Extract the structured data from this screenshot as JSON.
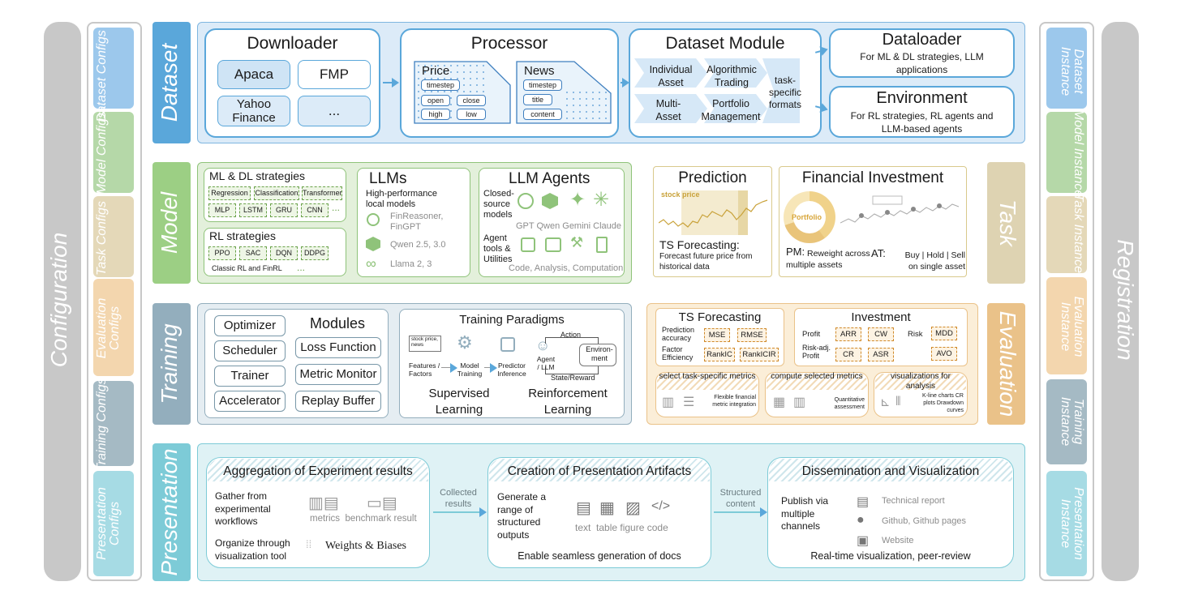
{
  "config": {
    "title": "Configuration",
    "items": [
      "Dataset Configs",
      "Model Configs",
      "Task Configs",
      "Evaluation Configs",
      "Training Configs",
      "Presentation Configs"
    ]
  },
  "registration": {
    "title": "Registration",
    "items": [
      "Dataset Instance",
      "Model Instance",
      "Task Instance",
      "Evaluation Instance",
      "Training Instance",
      "Presentation Instance"
    ]
  },
  "rows": {
    "dataset": "Dataset",
    "model": "Model",
    "training": "Training",
    "presentation": "Presentation",
    "task": "Task",
    "evaluation": "Evaluation"
  },
  "dataset": {
    "downloader": {
      "title": "Downloader",
      "items": [
        "Apaca",
        "FMP",
        "Yahoo Finance",
        "..."
      ]
    },
    "processor": {
      "title": "Processor",
      "price": {
        "title": "Price",
        "tags": [
          "timestep",
          "open",
          "close",
          "high",
          "low"
        ]
      },
      "news": {
        "title": "News",
        "tags": [
          "timestep",
          "title",
          "content"
        ]
      }
    },
    "module": {
      "title": "Dataset Module",
      "cells": [
        "Individual Asset",
        "Algorithmic Trading",
        "task-specific formats",
        "Multi-Asset",
        "Portfolio Management"
      ]
    },
    "dataloader": {
      "title": "Dataloader",
      "desc": "For ML & DL strategies, LLM applications"
    },
    "environment": {
      "title": "Environment",
      "desc": "For RL strategies, RL agents and LLM-based agents"
    }
  },
  "model": {
    "mldl": {
      "title": "ML & DL  strategies",
      "tags": [
        "Regression",
        "Classification",
        "Transformer",
        "MLP",
        "LSTM",
        "GRU",
        "CNN",
        "..."
      ]
    },
    "rl": {
      "title": "RL strategies",
      "tags": [
        "PPO",
        "SAC",
        "DQN",
        "DDPG"
      ],
      "note": "Classic RL and FinRL",
      "dots": "..."
    },
    "llms": {
      "title": "LLMs",
      "sub": "High-performance local models",
      "items": [
        "FinReasoner, FinGPT",
        "Qwen 2.5, 3.0",
        "Llama 2, 3"
      ]
    },
    "agents": {
      "title": "LLM Agents",
      "closed": "Closed-source models",
      "closed_names": "GPT Qwen Gemini Claude",
      "tools": "Agent tools & Utilities",
      "tools_names": "Code, Analysis, Computation"
    }
  },
  "task": {
    "prediction": {
      "title": "Prediction",
      "chart_label": "stock price",
      "subtitle": "TS Forecasting:",
      "desc": "Forecast future price from historical data"
    },
    "investment": {
      "title": "Financial Investment",
      "donut_label": "Portfolio",
      "pm_label": "PM:",
      "pm_desc": "Reweight across multiple assets",
      "at_label": "AT:",
      "at_desc": "Buy | Hold | Sell on single asset"
    }
  },
  "training": {
    "modules": {
      "title": "Modules",
      "left": [
        "Optimizer",
        "Scheduler",
        "Trainer",
        "Accelerator"
      ],
      "right": [
        "Loss Function",
        "Metric Monitor",
        "Replay Buffer"
      ]
    },
    "paradigms": {
      "title": "Training Paradigms",
      "sl_input": "stock price, news",
      "features": "Features / Factors",
      "model_training": "Model Training",
      "predictor": "Predictor Inference",
      "agent": "Agent / LLM",
      "action": "Action",
      "environment": "Environ-ment",
      "state": "State/Reward",
      "supervised": "Supervised Learning",
      "reinforcement": "Reinforcement Learning"
    }
  },
  "evaluation": {
    "ts": {
      "title": "TS Forecasting",
      "rows": [
        {
          "label": "Prediction accuracy",
          "tags": [
            "MSE",
            "RMSE"
          ]
        },
        {
          "label": "Factor Efficiency",
          "tags": [
            "RankIC",
            "RankICIR"
          ]
        }
      ]
    },
    "inv": {
      "title": "Investment",
      "profit": "Profit",
      "profit_tags": [
        "ARR",
        "CW"
      ],
      "risk": "Risk",
      "risk_tags": [
        "MDD",
        "AVO"
      ],
      "riskadj": "Risk-adj. Profit",
      "riskadj_tags": [
        "CR",
        "ASR"
      ]
    },
    "steps": [
      {
        "title": "select task-specific metrics",
        "desc": "Flexible financial metric integration"
      },
      {
        "title": "compute selected metrics",
        "desc": "Quantitative assessment"
      },
      {
        "title": "visualizations for analysis",
        "desc": "K-line charts CR plots Drawdown curves"
      }
    ]
  },
  "presentation": {
    "agg": {
      "title": "Aggregation of Experiment results",
      "gather": "Gather from experimental workflows",
      "labels": "metrics  benchmark result",
      "organize": "Organize through visualization tool",
      "wandb": "Weights & Biases"
    },
    "arrow1": "Collected results",
    "create": {
      "title": "Creation of Presentation Artifacts",
      "desc": "Generate a range of structured outputs",
      "labels": "text  table figure code",
      "footer": "Enable seamless generation of docs"
    },
    "arrow2": "Structured content",
    "diss": {
      "title": "Dissemination and Visualization",
      "desc": "Publish via multiple channels",
      "items": [
        "Technical report",
        "Github, Github pages",
        "Website"
      ],
      "footer": "Real-time visualization, peer-review"
    }
  }
}
